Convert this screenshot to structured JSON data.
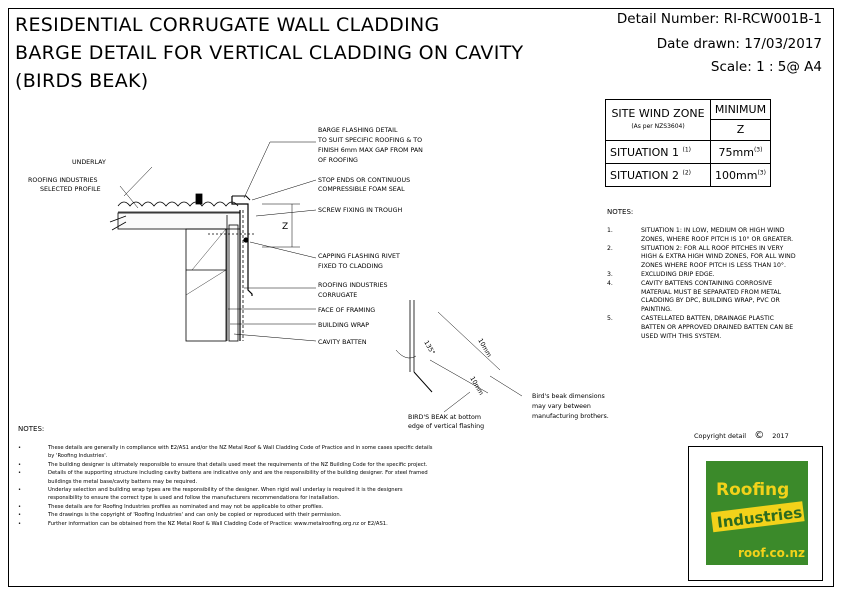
{
  "title": {
    "line1": "RESIDENTIAL CORRUGATE WALL CLADDING",
    "line2": "BARGE DETAIL FOR VERTICAL CLADDING ON CAVITY",
    "line3": "(BIRDS BEAK)"
  },
  "meta": {
    "detail_number_label": "Detail Number:",
    "detail_number": "RI-RCW001B-1",
    "date_label": "Date drawn:",
    "date": "17/03/2017",
    "scale_label": "Scale:",
    "scale": "1 : 5@ A4"
  },
  "wind_table": {
    "header_col1": "SITE WIND ZONE",
    "header_col1_sub": "(As per NZS3604)",
    "header_col2": "MINIMUM",
    "header_col2_sub": "Z",
    "rows": [
      {
        "label": "SITUATION 1",
        "label_ref": "(1)",
        "value": "75mm",
        "value_ref": "(3)"
      },
      {
        "label": "SITUATION 2",
        "label_ref": "(2)",
        "value": "100mm",
        "value_ref": "(3)"
      }
    ]
  },
  "right_notes": {
    "title": "NOTES:",
    "items": [
      {
        "num": "1.",
        "text": "SITUATION 1: IN LOW, MEDIUM OR HIGH WIND ZONES, WHERE ROOF PITCH IS 10° OR GREATER."
      },
      {
        "num": "2.",
        "text": "SITUATION 2: FOR ALL ROOF PITCHES IN VERY HIGH & EXTRA HIGH WIND ZONES, FOR ALL WIND ZONES WHERE ROOF PITCH IS LESS THAN 10°."
      },
      {
        "num": "3.",
        "text": "EXCLUDING DRIP EDGE."
      },
      {
        "num": "4.",
        "text": "CAVITY BATTENS CONTAINING CORROSIVE MATERIAL MUST BE SEPARATED FROM METAL CLADDING BY DPC, BUILDING WRAP, PVC OR PAINTING."
      },
      {
        "num": "5.",
        "text": "CASTELLATED BATTEN, DRAINAGE PLASTIC BATTEN OR APPROVED DRAINED BATTEN CAN BE USED WITH THIS SYSTEM."
      }
    ]
  },
  "bottom_notes": {
    "title": "NOTES:",
    "items": [
      "These details are generally in compliance with E2/AS1 and/or the NZ Metal Roof & Wall Cladding Code of Practice and in some cases specific details by 'Roofing Industries'.",
      "The building designer is ultimately responsible to ensure that details used meet the requirements of the NZ Building Code for the specific project.",
      "Details of the supporting structure including cavity battens are indicative only and are the responsibility of the building designer. For steel framed buildings the metal base/cavity battens may be required.",
      "Underlay selection and building wrap types are the responsibility of the designer. When rigid wall underlay is required it is the designers responsibility to ensure the correct type is used and follow the manufacturers recommendations for installation.",
      "These details are for Roofing Industries profiles as nominated and may not be applicable to other profiles.",
      "The drawings is the copyright of 'Roofing Industries' and can only be copied or reproduced with their permission.",
      "Further information can be obtained from the NZ Metal Roof & Wall Cladding Code of Practice: www.metalroofing.org.nz or E2/AS1."
    ]
  },
  "drawing_labels": {
    "barge_flashing": [
      "BARGE FLASHING DETAIL",
      "TO SUIT SPECIFIC ROOFING & TO",
      "FINISH 6mm MAX GAP FROM PAN",
      "OF ROOFING"
    ],
    "underlay": "UNDERLAY",
    "roofing_industries": [
      "ROOFING INDUSTRIES",
      "SELECTED PROFILE"
    ],
    "stop_ends": [
      "STOP ENDS OR CONTINUOUS",
      "COMPRESSIBLE FOAM SEAL"
    ],
    "screw_fixing": "SCREW FIXING IN TROUGH",
    "dim_z": "Z",
    "capping_flashing": [
      "CAPPING FLASHING RIVET",
      "FIXED TO CLADDING"
    ],
    "roofing_corrugate": [
      "ROOFING INDUSTRIES",
      "CORRUGATE"
    ],
    "face_of_framing": "FACE OF FRAMING",
    "building_wrap": "BUILDING WRAP",
    "cavity_batten": "CAVITY BATTEN",
    "birds_beak": [
      "BIRD'S BEAK at bottom",
      "edge of vertical flashing"
    ],
    "birds_beak_dims": [
      "Bird's beak dimensions",
      "may vary between",
      "manufacturing brothers."
    ],
    "dim_10mm_a": "10mm",
    "dim_10mm_b": "10mm",
    "dim_135": "135°"
  },
  "copyright": {
    "label": "Copyright detail",
    "symbol": "©",
    "year": "2017"
  },
  "logo": {
    "line1": "Roofing",
    "line2": "Industries",
    "url": "roof.co.nz",
    "green": "#3b8a2a",
    "yellow": "#f2d21a"
  }
}
